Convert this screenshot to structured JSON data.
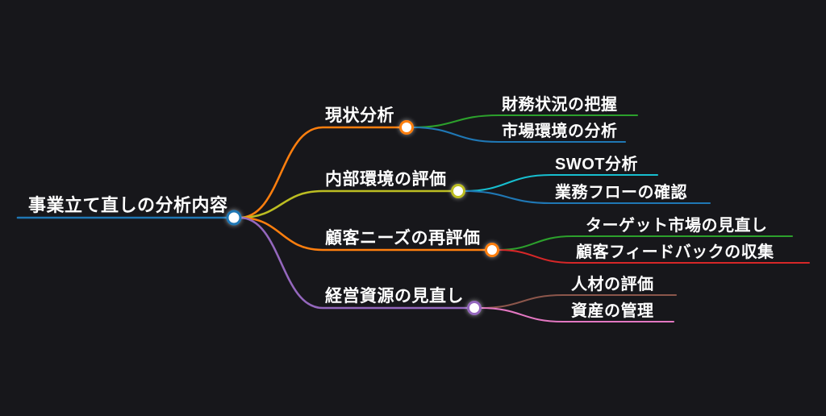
{
  "page": {
    "background_color": "#17171b",
    "text_color": "#ffffff"
  },
  "mindmap": {
    "root": {
      "label": "事業立て直しの分析内容",
      "color": "#1f77b4"
    },
    "branches": [
      {
        "label": "現状分析",
        "color": "#ff7f0e",
        "children": [
          {
            "label": "財務状況の把握",
            "color": "#2ca02c"
          },
          {
            "label": "市場環境の分析",
            "color": "#1f77b4"
          }
        ]
      },
      {
        "label": "内部環境の評価",
        "color": "#bcbd22",
        "children": [
          {
            "label": "SWOT分析",
            "color": "#17becf"
          },
          {
            "label": "業務フローの確認",
            "color": "#1f77b4"
          }
        ]
      },
      {
        "label": "顧客ニーズの再評価",
        "color": "#ff7f0e",
        "children": [
          {
            "label": "ターゲット市場の見直し",
            "color": "#2ca02c"
          },
          {
            "label": "顧客フィードバックの収集",
            "color": "#d62728"
          }
        ]
      },
      {
        "label": "経営資源の見直し",
        "color": "#9467bd",
        "children": [
          {
            "label": "人材の評価",
            "color": "#8c564b"
          },
          {
            "label": "資産の管理",
            "color": "#e377c2"
          }
        ]
      }
    ]
  }
}
